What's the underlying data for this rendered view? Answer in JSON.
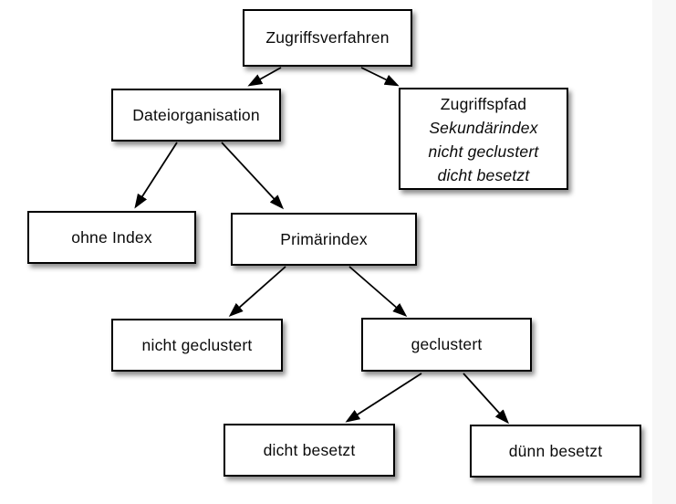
{
  "diagram": {
    "nodes": [
      {
        "id": "zugriffsverfahren",
        "label": "Zugriffsverfahren"
      },
      {
        "id": "dateiorganisation",
        "label": "Dateiorganisation"
      },
      {
        "id": "zugriffspfad",
        "label": "Zugriffspfad",
        "sublabels": [
          "Sekundärindex",
          "nicht geclustert",
          "dicht besetzt"
        ]
      },
      {
        "id": "ohne-index",
        "label": "ohne Index"
      },
      {
        "id": "primaerindex",
        "label": "Primärindex"
      },
      {
        "id": "nicht-geclustert",
        "label": "nicht geclustert"
      },
      {
        "id": "geclustert",
        "label": "geclustert"
      },
      {
        "id": "dicht-besetzt",
        "label": "dicht besetzt"
      },
      {
        "id": "duenn-besetzt",
        "label": "dünn besetzt"
      }
    ],
    "edges": [
      {
        "from": "Zugriffsverfahren",
        "to": "Dateiorganisation"
      },
      {
        "from": "Zugriffsverfahren",
        "to": "Zugriffspfad"
      },
      {
        "from": "Dateiorganisation",
        "to": "ohne Index"
      },
      {
        "from": "Dateiorganisation",
        "to": "Primärindex"
      },
      {
        "from": "Primärindex",
        "to": "nicht geclustert"
      },
      {
        "from": "Primärindex",
        "to": "geclustert"
      },
      {
        "from": "geclustert",
        "to": "dicht besetzt"
      },
      {
        "from": "geclustert",
        "to": "dünn besetzt"
      }
    ],
    "colors": {
      "box_background": "#ffffff",
      "box_border": "#000000",
      "arrow": "#000000",
      "page_background": "#ffffff",
      "right_strip": "#f7f7f7"
    }
  }
}
